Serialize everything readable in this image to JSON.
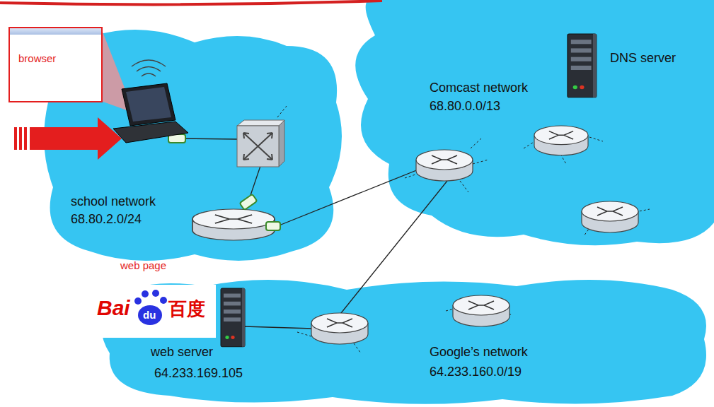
{
  "diagram": {
    "nodes": [
      {
        "text": [
          "browser"
        ]
      },
      {
        "text": [
          "school network",
          "68.80.2.0/24"
        ]
      },
      {
        "text": [
          "Comcast network",
          "68.80.0.0/13"
        ]
      },
      {
        "text": [
          "Google’s network",
          "64.233.160.0/19"
        ]
      }
    ],
    "labels": [
      "DNS server",
      "web page",
      "Bai",
      "du",
      "百度",
      "web server",
      "64.233.169.105"
    ]
  }
}
